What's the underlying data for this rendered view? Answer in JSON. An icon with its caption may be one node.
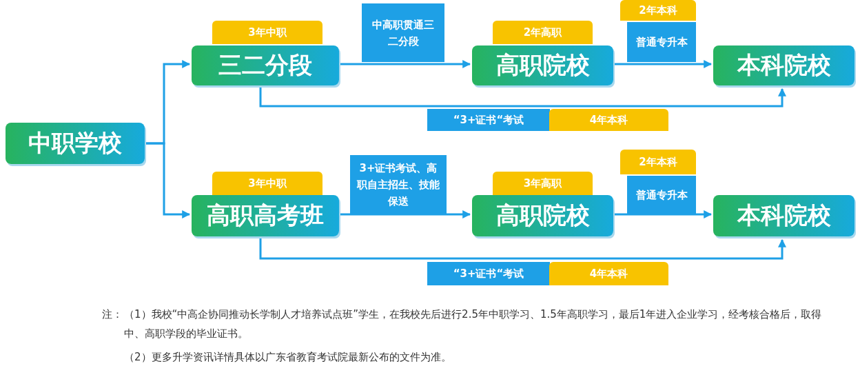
{
  "diagram": {
    "nodes": [
      {
        "text": [
          "中职学校"
        ]
      },
      {
        "text": [
          "三二分段"
        ],
        "beside": [
          "3年中职"
        ]
      },
      {
        "text": [
          "高职院校"
        ],
        "beside": [
          "2年高职"
        ]
      },
      {
        "text": [
          "本科院校"
        ]
      },
      {
        "text": [
          "高职高考班"
        ],
        "beside": [
          "3年中职"
        ]
      },
      {
        "text": [
          "高职院校"
        ],
        "beside": [
          "3年高职"
        ]
      },
      {
        "text": [
          "本科院校"
        ]
      }
    ],
    "edges": [
      {
        "from": 0,
        "to": 1,
        "arrow": "to"
      },
      {
        "from": 0,
        "to": 4,
        "arrow": "to"
      },
      {
        "from": 1,
        "to": 2,
        "arrow": "to",
        "label": "中高职贯通三二分段"
      },
      {
        "from": 2,
        "to": 3,
        "arrow": "to",
        "label": "普通专升本"
      },
      {
        "from": 1,
        "to": 3,
        "arrow": "to",
        "label": "“3+证书“考试"
      },
      {
        "from": 4,
        "to": 5,
        "arrow": "to",
        "label": "3+证书考试、高职自主招生、技能保送"
      },
      {
        "from": 5,
        "to": 6,
        "arrow": "to",
        "label": "普通专升本"
      },
      {
        "from": 4,
        "to": 6,
        "arrow": "to",
        "label": "“3+证书“考试"
      }
    ],
    "labels": [
      "2年本科",
      "4年本科",
      "2年本科",
      "4年本科",
      "注：",
      "（1）我校“中高企协同推动长学制人才培养试点班”学生，在我校先后进行2.5年中职学习、1.5年高职学习，最后1年进入企业学习，经考核合格后，取得中、高职学段的毕业证书。",
      "（2）更多升学资讯详情具体以广东省教育考试院最新公布的文件为准。"
    ]
  }
}
